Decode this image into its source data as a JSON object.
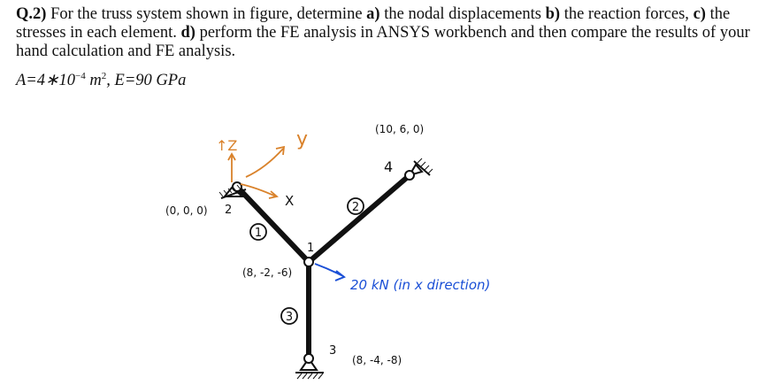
{
  "question": {
    "number": "Q.2)",
    "text_1": " For the truss system shown in figure, determine ",
    "part_a": "a)",
    "text_a": " the nodal displacements ",
    "part_b": "b)",
    "text_b": " the reaction forces, ",
    "part_c": "c)",
    "text_c": " the stresses in each element. ",
    "part_d": "d)",
    "text_d": " perform the FE analysis in ANSYS workbench and then compare the results of your hand calculation and FE analysis."
  },
  "formula": {
    "a_prefix": "A=4∗10",
    "a_exp": "−4",
    "a_unit": " m",
    "a_unit_exp": "2",
    "e_part": ", E=90 GPa"
  },
  "figure": {
    "coord_node2": "(0, 0, 0)",
    "coord_node4": "(10, 6, 0)",
    "coord_node1": "(8, -2, -6)",
    "coord_node3": "(8, -4, -8)",
    "node_label_1": "1",
    "node_label_2": "2",
    "node_label_3": "3",
    "node_label_4": "4",
    "elem_label_1": "1",
    "elem_label_2": "2",
    "elem_label_3": "3",
    "axis_z": "↑Z",
    "axis_y": "y",
    "axis_x": "X",
    "load_text": "20 kN (in x direction)",
    "colors": {
      "line": "#111111",
      "hand_orange": "#d9822b",
      "hand_blue": "#1a4fd6"
    }
  }
}
